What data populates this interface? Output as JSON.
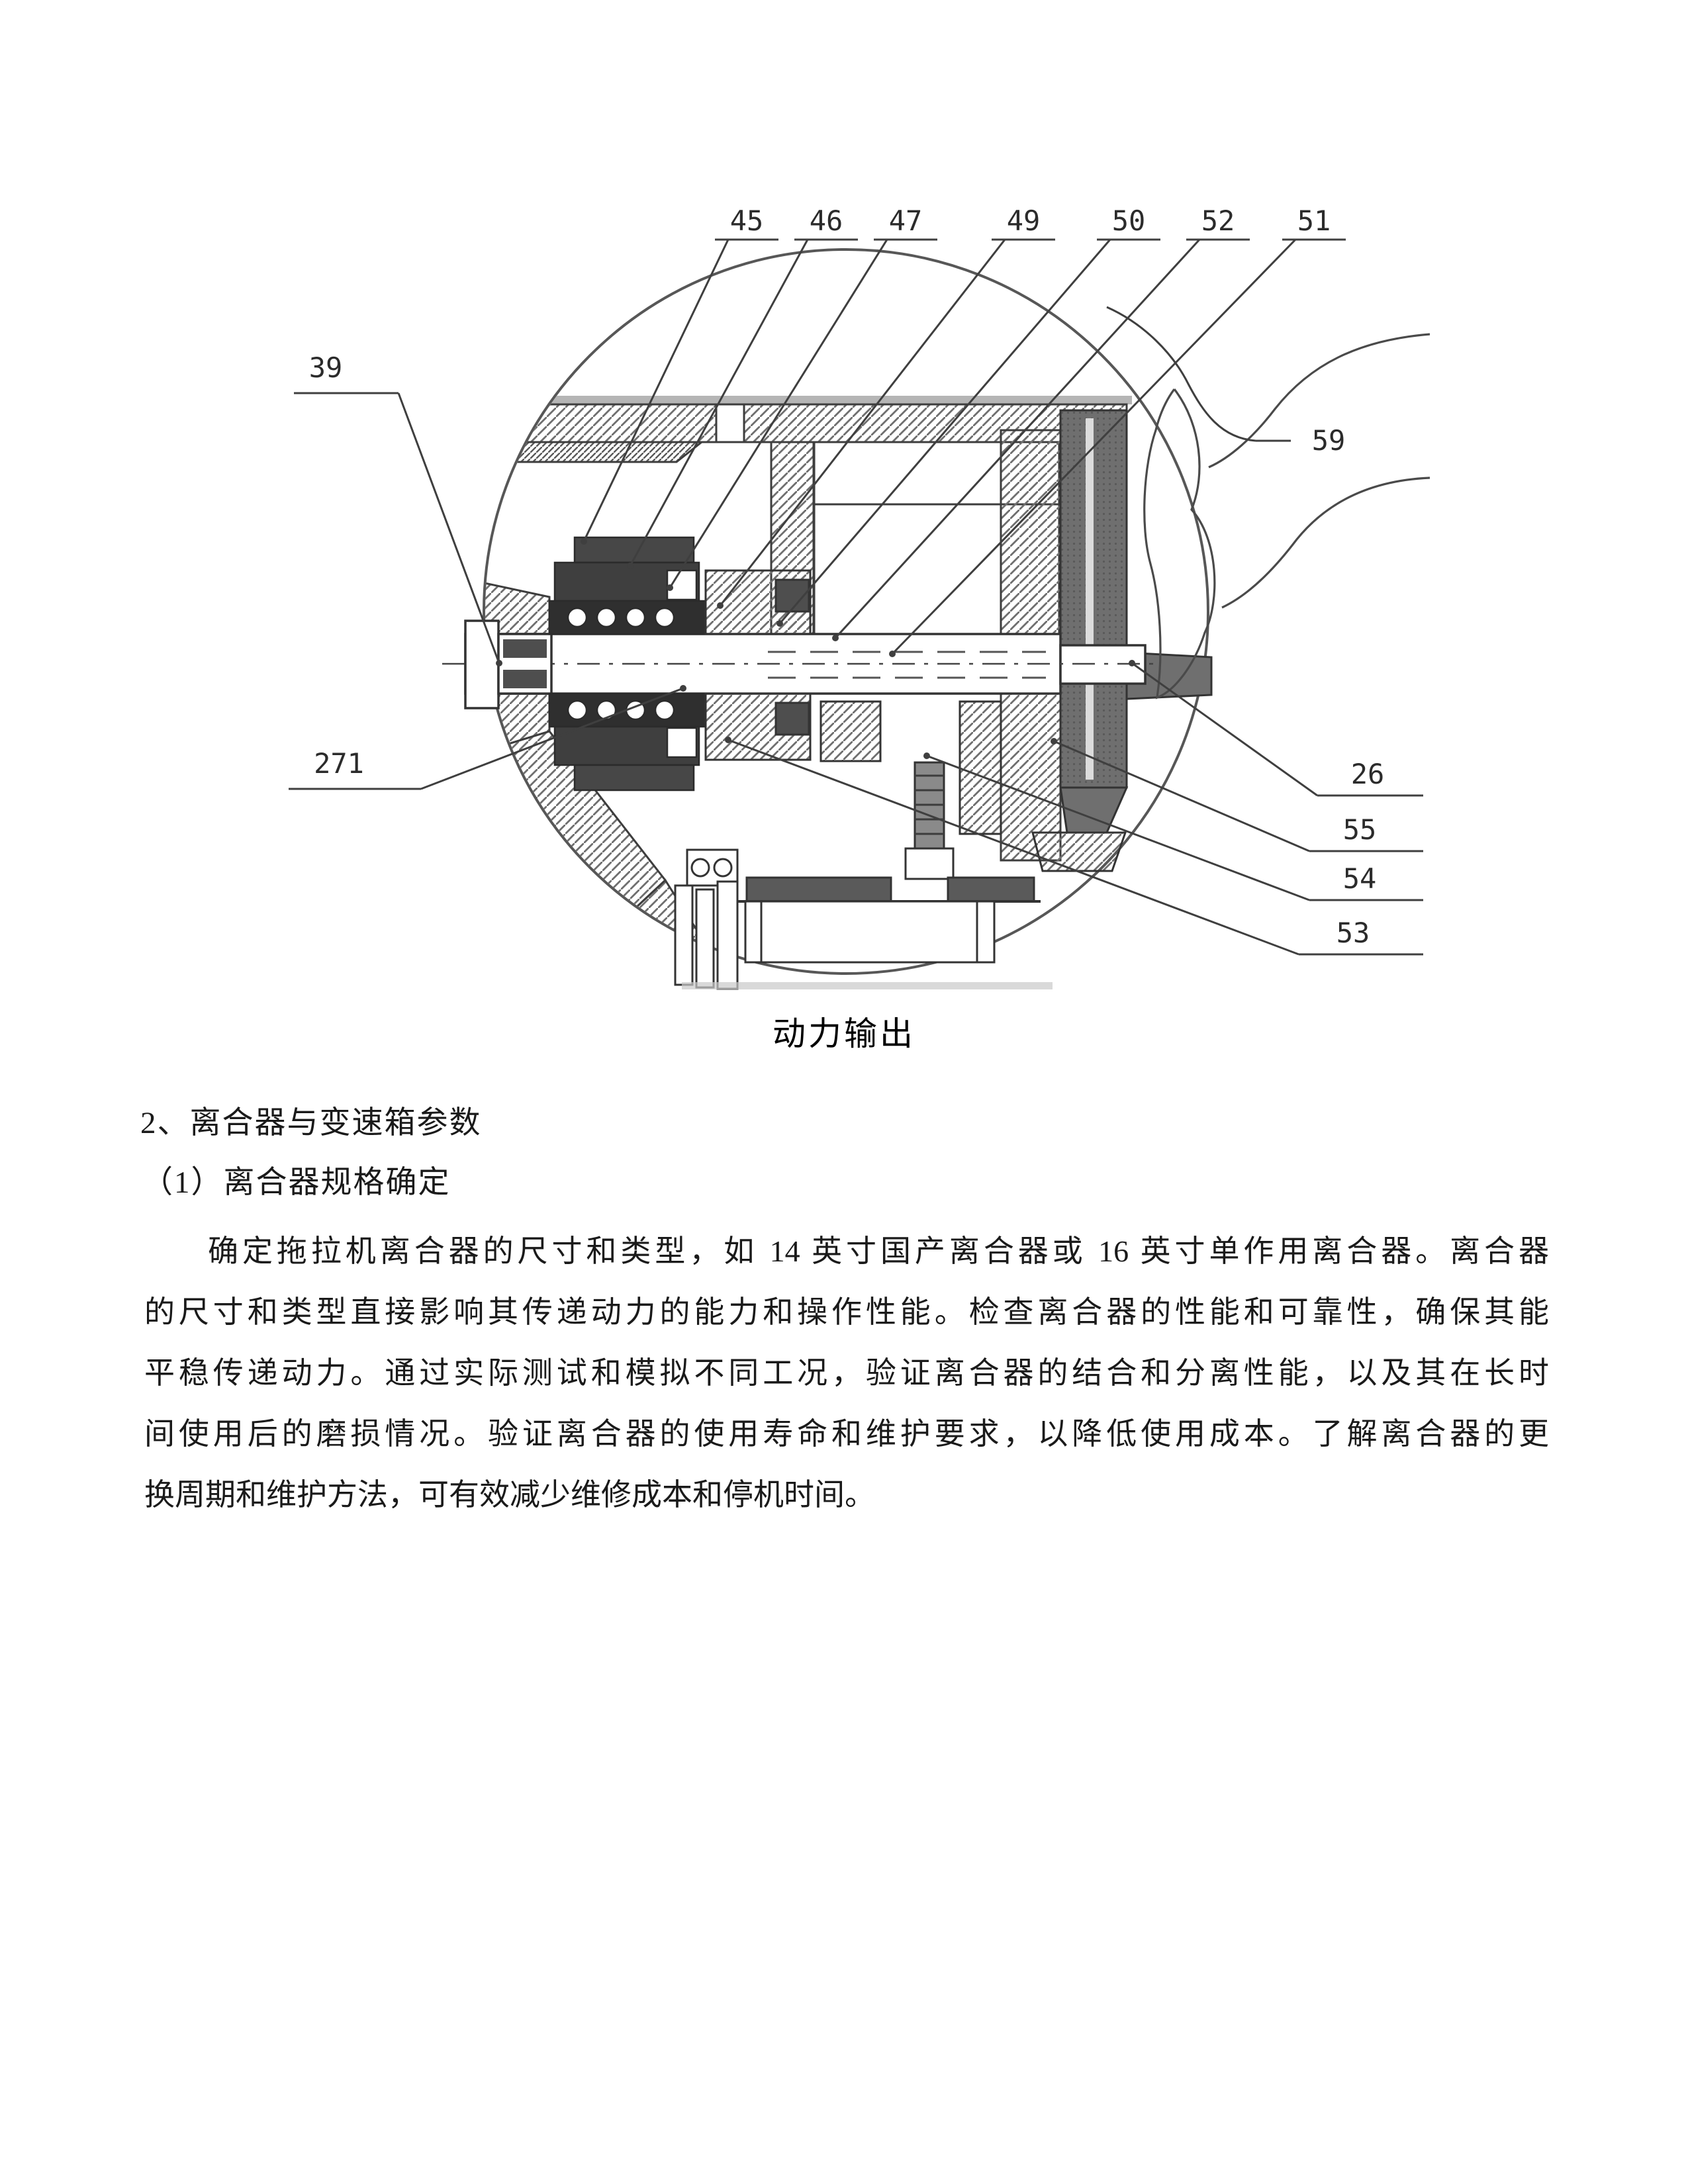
{
  "page": {
    "background": "#ffffff",
    "ink": "#1a1a1a"
  },
  "figure": {
    "caption": "动力输出",
    "part_labels": [
      {
        "text": "45"
      },
      {
        "text": "46"
      },
      {
        "text": "47"
      },
      {
        "text": "49"
      },
      {
        "text": "50"
      },
      {
        "text": "52"
      },
      {
        "text": "51"
      },
      {
        "text": "39"
      },
      {
        "text": "271"
      },
      {
        "text": "59"
      },
      {
        "text": "26"
      },
      {
        "text": "55"
      },
      {
        "text": "54"
      },
      {
        "text": "53"
      }
    ]
  },
  "content": {
    "section_heading": "2、离合器与变速箱参数",
    "sub_heading": "（1）离合器规格确定",
    "paragraph_lines": [
      "确定拖拉机离合器的尺寸和类型，如 14 英寸国产离合器或 16 英寸单作用离合器。离合器",
      "的尺寸和类型直接影响其传递动力的能力和操作性能。检查离合器的性能和可靠性，确保其能",
      "平稳传递动力。通过实际测试和模拟不同工况，验证离合器的结合和分离性能，以及其在长时",
      "间使用后的磨损情况。验证离合器的使用寿命和维护要求，以降低使用成本。了解离合器的更",
      "换周期和维护方法，可有效减少维修成本和停机时间。"
    ]
  }
}
